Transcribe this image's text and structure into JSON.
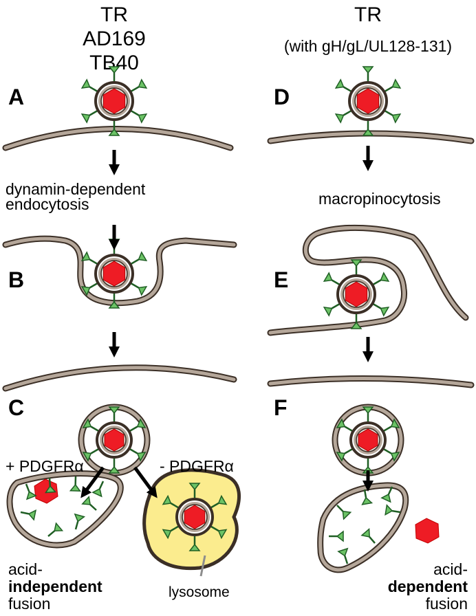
{
  "left_header": [
    "TR",
    "AD169",
    "TB40"
  ],
  "right_header": [
    "TR",
    "(with gH/gL/UL128-131)"
  ],
  "panels": {
    "a": "A",
    "b": "B",
    "c": "C",
    "d": "D",
    "e": "E",
    "f": "F"
  },
  "steps": {
    "left_step1": [
      "dynamin-dependent",
      "endocytosis"
    ],
    "right_step1": "macropinocytosis"
  },
  "branches": {
    "plus": "+ PDGFRα",
    "minus": "- PDGFRα"
  },
  "outcomes": {
    "left": {
      "line1": "acid-",
      "line2": "independent",
      "line3": "fusion"
    },
    "right": {
      "line1": "acid-",
      "line2": "dependent",
      "line3": "fusion"
    },
    "lysosome": "lysosome"
  },
  "colors": {
    "membrane_fill": "#b5a79a",
    "membrane_stroke": "#3b2f26",
    "capsid": "#ee1c25",
    "glycoprotein": "#6cc366",
    "lysosome": "#fbec8e"
  }
}
